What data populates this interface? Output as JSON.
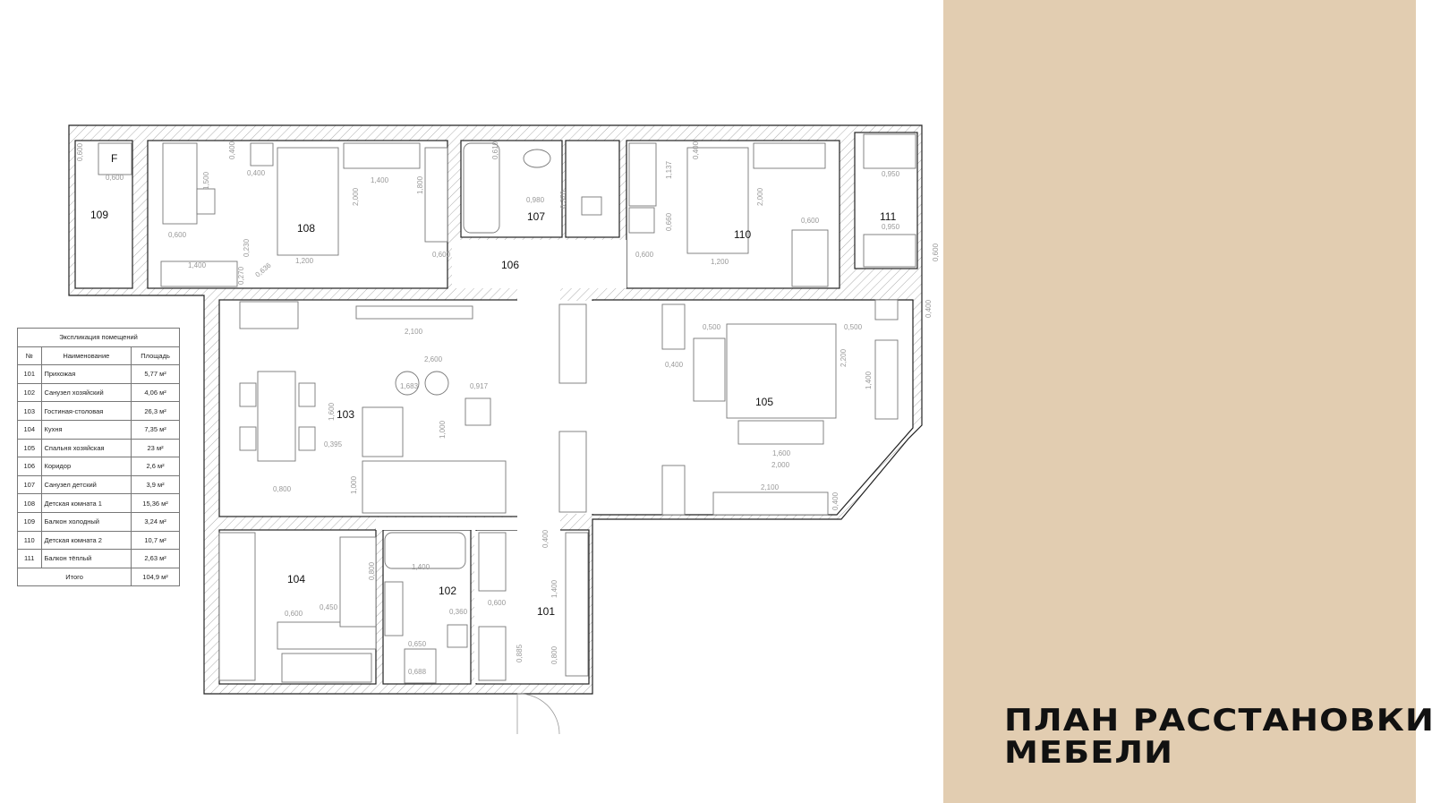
{
  "title": {
    "line1": "ПЛАН РАССТАНОВКИ",
    "line2": "МЕБЕЛИ"
  },
  "colors": {
    "side_panel": "#e2cdb1",
    "wall_hatch": "#888888"
  },
  "explication": {
    "caption": "Экспликация помещений",
    "headers": [
      "№",
      "Наименование",
      "Площадь"
    ],
    "rows": [
      {
        "no": "101",
        "name": "Прихожая",
        "area": "5,77 м²"
      },
      {
        "no": "102",
        "name": "Санузел хозяйский",
        "area": "4,06 м²"
      },
      {
        "no": "103",
        "name": "Гостиная-столовая",
        "area": "26,3 м²"
      },
      {
        "no": "104",
        "name": "Кухня",
        "area": "7,35 м²"
      },
      {
        "no": "105",
        "name": "Спальня хозяйская",
        "area": "23 м²"
      },
      {
        "no": "106",
        "name": "Коридор",
        "area": "2,6 м²"
      },
      {
        "no": "107",
        "name": "Санузел детский",
        "area": "3,9 м²"
      },
      {
        "no": "108",
        "name": "Детская комната 1",
        "area": "15,36 м²"
      },
      {
        "no": "109",
        "name": "Балкон холодный",
        "area": "3,24 м²"
      },
      {
        "no": "110",
        "name": "Детская комната 2",
        "area": "10,7 м²"
      },
      {
        "no": "111",
        "name": "Балкон тёплый",
        "area": "2,63 м²"
      }
    ],
    "total_label": "Итого",
    "total_area": "104,9 м²"
  },
  "plan": {
    "rooms": [
      "101",
      "102",
      "103",
      "104",
      "105",
      "106",
      "107",
      "108",
      "109",
      "110",
      "111"
    ],
    "fridge_label": "F",
    "dims": [
      "0,600",
      "0,600",
      "1,500",
      "0,600",
      "1,400",
      "0,400",
      "0,400",
      "2,000",
      "1,400",
      "1,800",
      "1,200",
      "0,636",
      "0,230",
      "0,270",
      "0,600",
      "0,610",
      "0,980",
      "0,370",
      "0,600",
      "0,400",
      "1,200",
      "2,000",
      "1,137",
      "0,660",
      "0,600",
      "0,950",
      "0,950",
      "0,600",
      "2,100",
      "2,600",
      "1,683",
      "0,917",
      "1,600",
      "0,395",
      "0,800",
      "1,000",
      "1,000",
      "0,400",
      "0,500",
      "0,500",
      "2,200",
      "1,400",
      "1,600",
      "2,000",
      "2,100",
      "0,400",
      "1,400",
      "0,800",
      "0,600",
      "0,650",
      "0,688",
      "0,360",
      "0,450",
      "0,600",
      "0,400",
      "1,400",
      "0,800",
      "0,885",
      "0,400"
    ]
  }
}
